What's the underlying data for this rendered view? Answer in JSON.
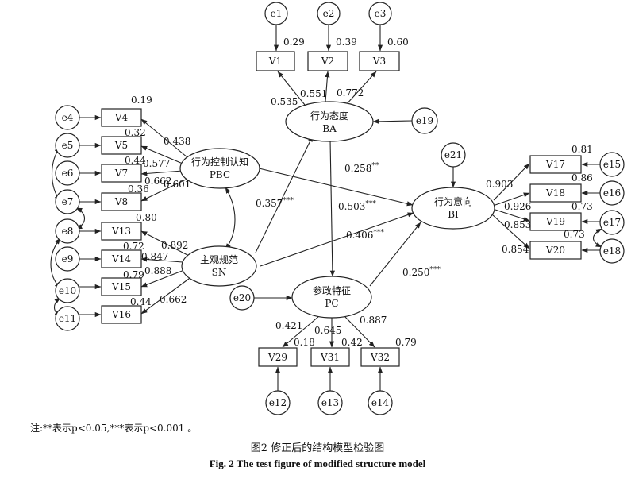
{
  "nodes": {
    "BA": {
      "label": "行为态度",
      "abbr": "BA"
    },
    "PBC": {
      "label": "行为控制认知",
      "abbr": "PBC"
    },
    "SN": {
      "label": "主观规范",
      "abbr": "SN"
    },
    "PC": {
      "label": "参政特征",
      "abbr": "PC"
    },
    "BI": {
      "label": "行为意向",
      "abbr": "BI"
    },
    "V1": "V1",
    "V2": "V2",
    "V3": "V3",
    "V4": "V4",
    "V5": "V5",
    "V7": "V7",
    "V8": "V8",
    "V13": "V13",
    "V14": "V14",
    "V15": "V15",
    "V16": "V16",
    "V17": "V17",
    "V18": "V18",
    "V19": "V19",
    "V20": "V20",
    "V29": "V29",
    "V31": "V31",
    "V32": "V32",
    "e1": "e1",
    "e2": "e2",
    "e3": "e3",
    "e4": "e4",
    "e5": "e5",
    "e6": "e6",
    "e7": "e7",
    "e8": "e8",
    "e9": "e9",
    "e10": "e10",
    "e11": "e11",
    "e12": "e12",
    "e13": "e13",
    "e14": "e14",
    "e15": "e15",
    "e16": "e16",
    "e17": "e17",
    "e18": "e18",
    "e19": "e19",
    "e20": "e20",
    "e21": "e21"
  },
  "labels": {
    "r2_v1": "0.29",
    "r2_v2": "0.39",
    "r2_v3": "0.60",
    "ld_ba_v1": "0.535",
    "ld_ba_v2": "0.551",
    "ld_ba_v3": "0.772",
    "r2_v4": "0.19",
    "r2_v5": "0.32",
    "r2_v7": "0.44",
    "r2_v8": "0.36",
    "ld_pbc_v4": "0.438",
    "ld_pbc_v5": "0.577",
    "ld_pbc_v7": "0.662",
    "ld_pbc_v8": "0.601",
    "r2_v13": "0.80",
    "r2_v14": "0.72",
    "r2_v15": "0.79",
    "r2_v16": "0.44",
    "ld_sn_v13": "0.892",
    "ld_sn_v14": "0.847",
    "ld_sn_v15": "0.888",
    "ld_sn_v16": "0.662",
    "r2_v17": "0.81",
    "r2_v18": "0.86",
    "r2_v19": "0.73",
    "r2_v20": "0.73",
    "ld_bi_v17": "0.903",
    "ld_bi_v18": "0.926",
    "ld_bi_v19": "0.853",
    "ld_bi_v20": "0.854",
    "r2_v29": "0.18",
    "r2_v31": "0.42",
    "r2_v32": "0.79",
    "ld_pc_v29": "0.421",
    "ld_pc_v31": "0.645",
    "ld_pc_v32": "0.887",
    "path_ba_bi": "0.258",
    "path_ba_bi_sig": "**",
    "path_pbc_bi": "0.503",
    "path_pbc_bi_sig": "***",
    "path_sn_ba": "0.357",
    "path_sn_ba_sig": "***",
    "path_sn_bi": "0.406",
    "path_sn_bi_sig": "***",
    "path_pc_bi": "0.250",
    "path_pc_bi_sig": "***"
  },
  "note": "注:**表示p<0.05,***表示p<0.001 。",
  "caption_cn": "图2    修正后的结构模型检验图",
  "caption_en": "Fig. 2    The test figure of modified structure model"
}
